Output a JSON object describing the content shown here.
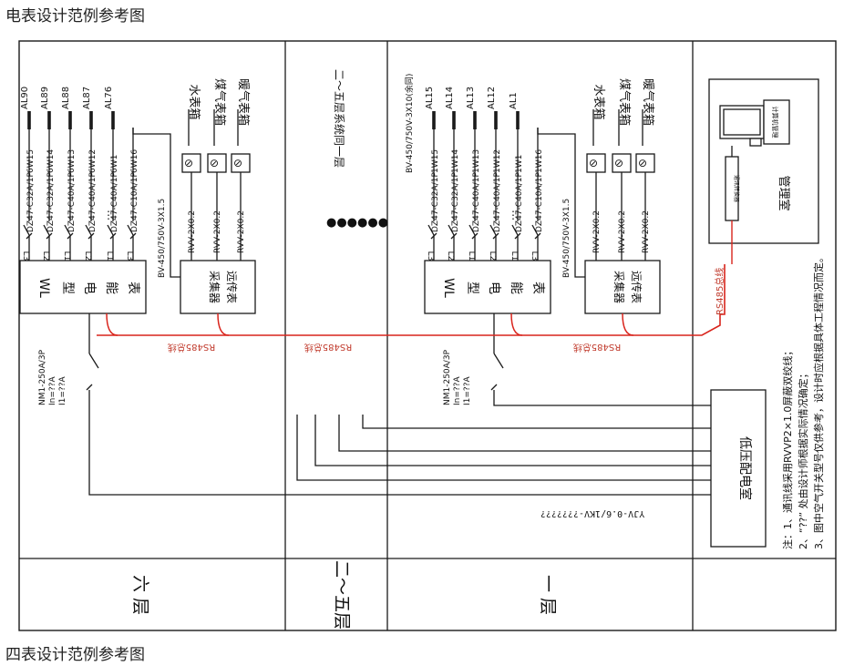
{
  "page": {
    "title_top": "电表设计范例参考图",
    "title_bottom": "四表设计范例参考图"
  },
  "colors": {
    "line": "#1a1a1a",
    "bus": "#d9241c",
    "bus_label": "#c0392b"
  },
  "floors": {
    "sixth": "六 层",
    "second_to_fifth": "二～五层",
    "first": "一 层",
    "same_as_first": "二～五层系统同一层",
    "dots": "●●●●●●"
  },
  "meter_box": {
    "wl": "WL",
    "chars": [
      "型",
      "电",
      "能",
      "表"
    ]
  },
  "collector": {
    "line1": "远传表",
    "line2": "采集器"
  },
  "meters": {
    "water": "水表箱",
    "gas": "煤气表箱",
    "heat": "暖气表箱"
  },
  "six_floor": {
    "al_labels": [
      "AL90",
      "AL89",
      "AL88",
      "AL87",
      "AL76"
    ],
    "breakers": [
      "DZ47-C32A/1P",
      "DZ47-C32A/1P",
      "DZ47-C40A/1P",
      "DZ47-C40A/1P",
      "DZ47-C40A/1P",
      "DZ47-C10A/1P"
    ],
    "circuits": [
      "6W15",
      "6W14",
      "6W13",
      "6W12",
      "6W1",
      "6W16"
    ],
    "phases": [
      "L3",
      "L2",
      "L1",
      "L2",
      "L1",
      "L3"
    ]
  },
  "first_floor": {
    "al_labels": [
      "AL15",
      "AL14",
      "AL13",
      "AL12",
      "AL1"
    ],
    "breakers": [
      "DZ47-C32A/1P",
      "DZ47-C32A/1P",
      "DZ47-C40A/1P",
      "DZ47-C40A/1P",
      "DZ47-C40A/1P",
      "DZ47-C10A/1P"
    ],
    "circuits": [
      "1W15",
      "1W14",
      "1W13",
      "1W12",
      "1W1",
      "1W16"
    ],
    "phases": [
      "L3",
      "L2",
      "L1",
      "L2",
      "L1",
      "L3"
    ],
    "cable_top": "BV-450/750V-3X10(余同)"
  },
  "cables": {
    "bv_small": "BV-450/750V-3X1.5",
    "rvv": "RVV-2X0.2",
    "main": "YJV-0.6/1KV-???????"
  },
  "main_breaker": {
    "model": "NM1-250A/3P",
    "in": "In=??A",
    "i1": "I1=??A"
  },
  "bus": {
    "label": "RS485总线"
  },
  "low_voltage_room": "低压配电室",
  "mgmt": {
    "room": "管理室",
    "computer": "计算机管理",
    "converter": "通讯转换器"
  },
  "notes": [
    "注：1、通讯线采用RVVP2×1.0屏蔽双绞线；",
    "2、“??” 处由设计师根据实际情况确定；",
    "3、图中空气开关型号仅供参考，设计时应根据具体工程情况而定。"
  ]
}
